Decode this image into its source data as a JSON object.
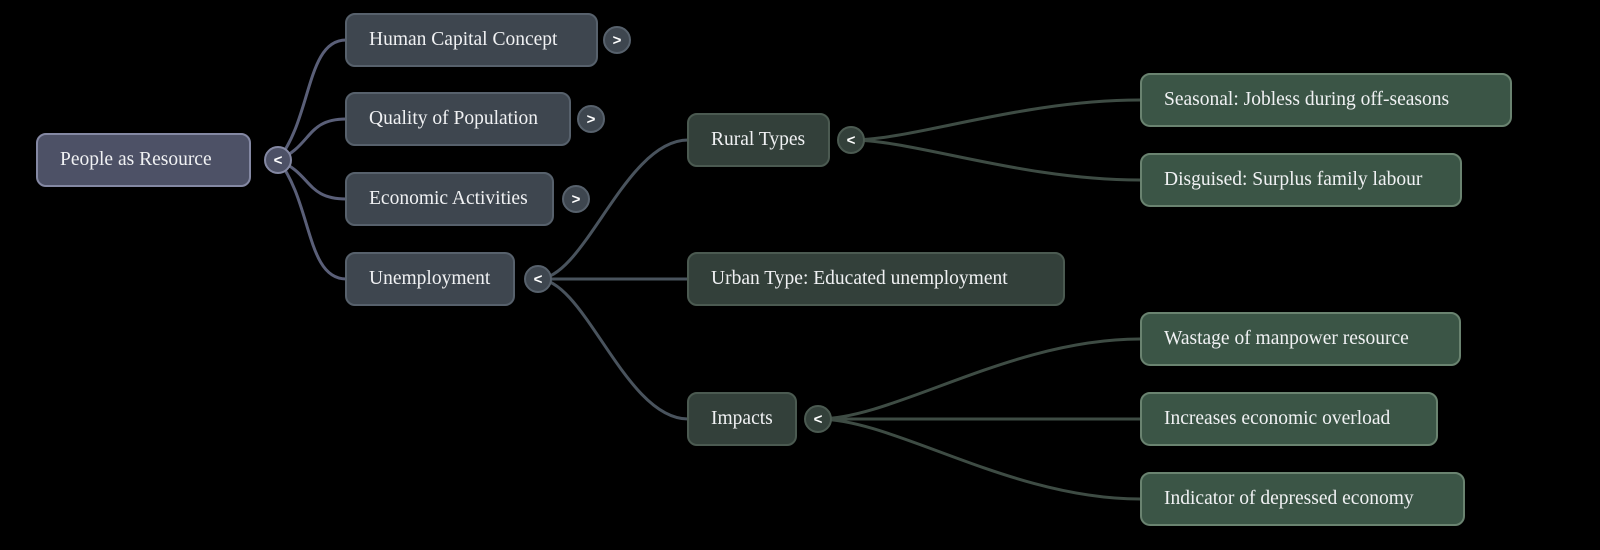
{
  "nodes": {
    "root": {
      "label": "People as Resource",
      "toggle": "<"
    },
    "human_capital": {
      "label": "Human Capital Concept",
      "toggle": ">"
    },
    "quality_population": {
      "label": "Quality of Population",
      "toggle": ">"
    },
    "economic_activities": {
      "label": "Economic Activities",
      "toggle": ">"
    },
    "unemployment": {
      "label": "Unemployment",
      "toggle": "<"
    },
    "rural_types": {
      "label": "Rural Types",
      "toggle": "<"
    },
    "urban_type": {
      "label": "Urban Type: Educated unemployment"
    },
    "impacts": {
      "label": "Impacts",
      "toggle": "<"
    },
    "seasonal": {
      "label": "Seasonal: Jobless during off-seasons"
    },
    "disguised": {
      "label": "Disguised: Surplus family labour"
    },
    "wastage": {
      "label": "Wastage of manpower resource"
    },
    "economic_overload": {
      "label": "Increases economic overload"
    },
    "depressed_economy": {
      "label": "Indicator of depressed economy"
    }
  },
  "colors": {
    "background": "#000000",
    "root_fill": "#4d5166",
    "root_border": "#8488a3",
    "branch_fill": "#3e464f",
    "branch_border": "#57616c",
    "dark_green_fill": "#33403a",
    "dark_green_border": "#4b5a51",
    "leaf_fill": "#3b5546",
    "leaf_border": "#6a8370",
    "edge_purple": "#5a5f78",
    "edge_slate": "#49535d",
    "edge_green": "#3e4c44",
    "text": "#f0f1f3"
  }
}
